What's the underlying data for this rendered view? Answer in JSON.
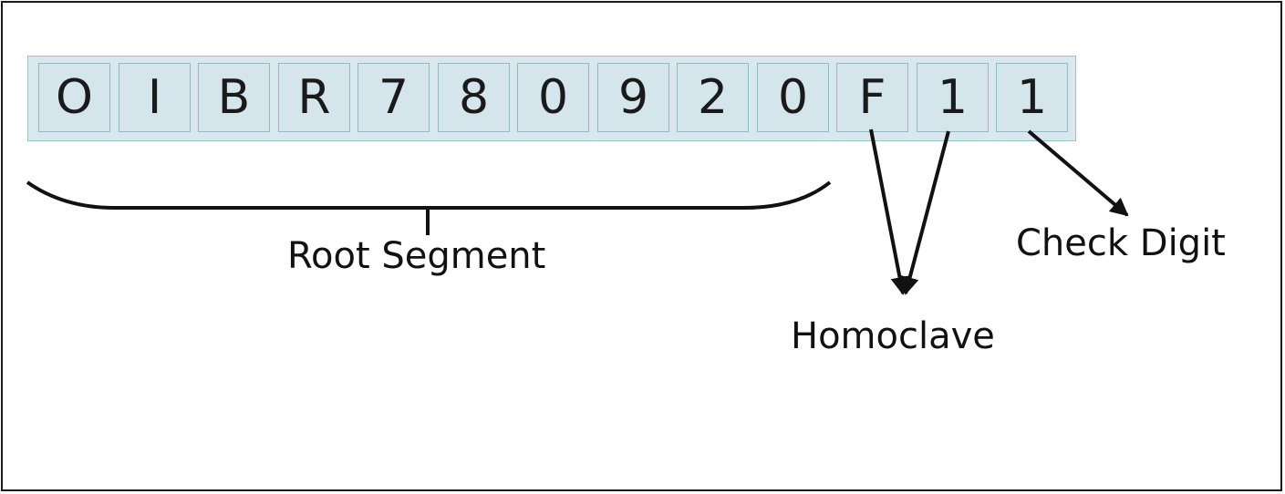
{
  "characters": [
    "O",
    "I",
    "B",
    "R",
    "7",
    "8",
    "0",
    "9",
    "2",
    "0",
    "F",
    "1",
    "1"
  ],
  "labels": {
    "root_segment": "Root Segment",
    "homoclave": "Homoclave",
    "check_digit": "Check Digit"
  },
  "colors": {
    "cell_fill": "#d4e5ec",
    "cell_border": "#93b8c8",
    "strip_fill": "#d9e7ee",
    "stroke": "#111111"
  }
}
